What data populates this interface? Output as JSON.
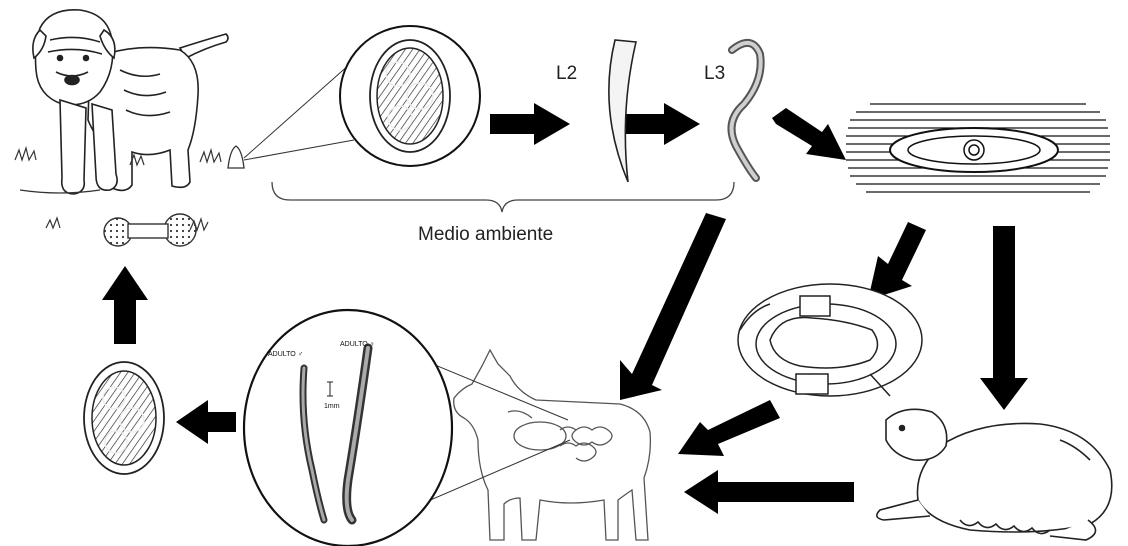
{
  "labels": {
    "l2": "L2",
    "l3": "L3",
    "environment": "Medio ambiente",
    "adult_male": "ADULTO ♂",
    "adult_female": "ADULTO ♀",
    "scale": "1mm"
  },
  "colors": {
    "arrow": "#000000",
    "ink": "#1a1a1a",
    "egg_fill": "#444444",
    "background": "#ffffff"
  }
}
